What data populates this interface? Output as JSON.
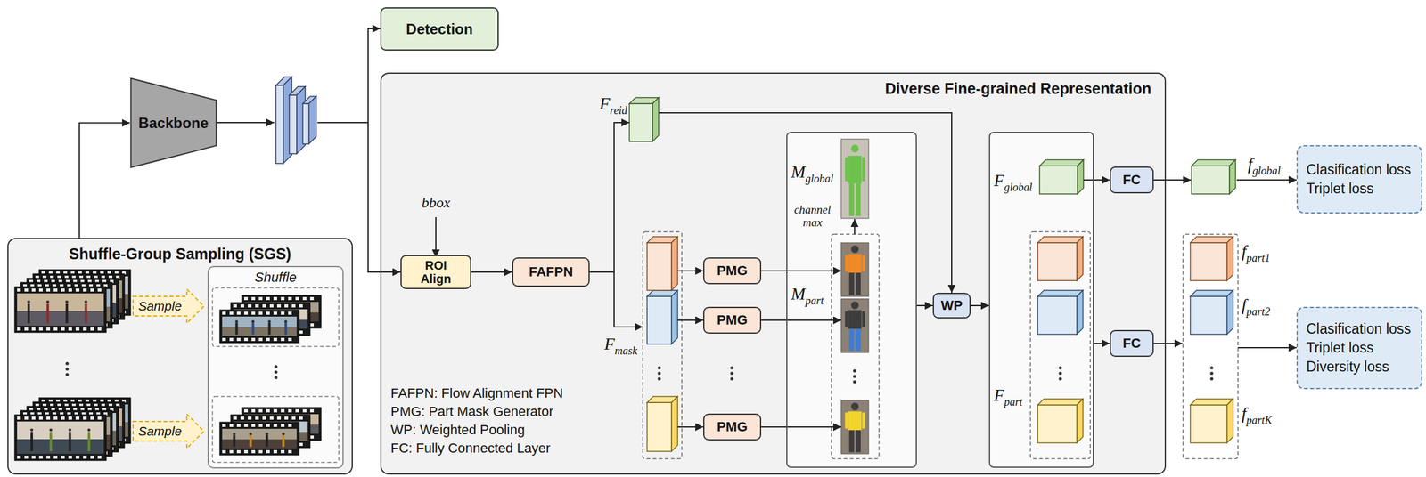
{
  "diagram": {
    "nodes": [
      {
        "text": [
          "Detection"
        ]
      },
      {
        "text": [
          "Backbone"
        ]
      },
      {
        "text": [
          "Shuffle-Group Sampling (SGS)"
        ]
      },
      {
        "text": [
          "Shuffle"
        ],
        "in": 2
      },
      {
        "text": [
          "Diverse Fine-grained Representation"
        ]
      },
      {
        "text": [
          "ROI Align"
        ],
        "in": 4
      },
      {
        "text": [
          "FAFPN"
        ],
        "in": 4
      },
      {
        "text": [
          "PMG"
        ],
        "in": 4
      },
      {
        "text": [
          "PMG"
        ],
        "in": 4
      },
      {
        "text": [
          "PMG"
        ],
        "in": 4
      },
      {
        "text": [
          "Mglobal",
          "channel max",
          "Mpart"
        ],
        "in": 4
      },
      {
        "text": [
          "WP"
        ],
        "in": 4
      },
      {
        "text": [
          "Fglobal",
          "Fpart"
        ],
        "in": 4
      },
      {
        "text": [
          "FC"
        ],
        "in": 4
      },
      {
        "text": [
          "FC"
        ],
        "in": 4
      },
      {
        "text": [
          "Clasification loss",
          "Triplet loss"
        ]
      },
      {
        "text": [
          "Clasification loss",
          "Triplet loss",
          "Diversity loss"
        ]
      }
    ],
    "edges": [
      {
        "from": 2,
        "to": 1,
        "arrow": "to"
      },
      {
        "from": 5,
        "to": 6,
        "arrow": "to"
      },
      {
        "from": 10,
        "to": 11,
        "arrow": "to"
      },
      {
        "from": 11,
        "to": 12,
        "arrow": "to"
      },
      {
        "from": 12,
        "to": 13,
        "arrow": "to"
      },
      {
        "from": 12,
        "to": 14,
        "arrow": "to"
      }
    ],
    "labels": [
      "bbox",
      "Freid",
      "Fmask",
      "Sample",
      "Sample",
      "FAFPN: Flow Alignment FPN",
      "PMG: Part Mask Generator",
      "WP: Weighted Pooling",
      "FC: Fully Connected Layer",
      "fglobal",
      "fpart1",
      "fpart2",
      "fpartK"
    ]
  }
}
